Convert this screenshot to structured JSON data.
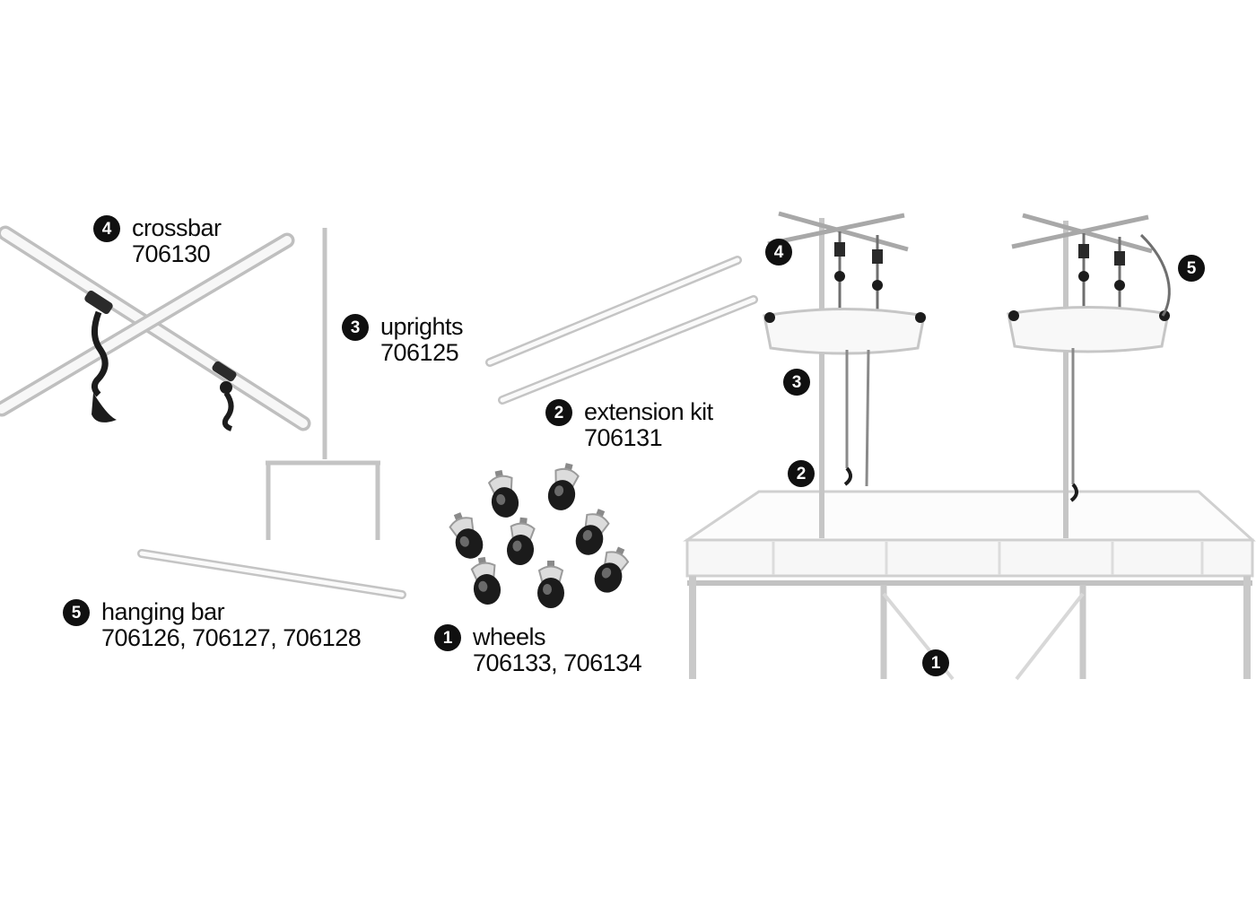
{
  "parts": {
    "crossbar": {
      "num": "4",
      "title": "crossbar",
      "part_numbers": "706130"
    },
    "uprights": {
      "num": "3",
      "title": "uprights",
      "part_numbers": "706125"
    },
    "extension_kit": {
      "num": "2",
      "title": "extension kit",
      "part_numbers": "706131"
    },
    "hanging_bar": {
      "num": "5",
      "title": "hanging bar",
      "part_numbers": "706126, 706127, 706128"
    },
    "wheels": {
      "num": "1",
      "title": "wheels",
      "part_numbers": "706133, 706134"
    }
  },
  "assembly_callouts": {
    "crossbar": {
      "num": "4"
    },
    "hanging_bar": {
      "num": "5"
    },
    "uprights": {
      "num": "3"
    },
    "extension_kit": {
      "num": "2"
    },
    "table": {
      "num": "1"
    }
  },
  "colors": {
    "badge_bg": "#101010",
    "badge_text": "#ffffff",
    "tube_edge": "#bfbfbf",
    "tube_core": "#f7f7f7",
    "hardware_dark": "#1c1c1c",
    "background": "#ffffff"
  }
}
